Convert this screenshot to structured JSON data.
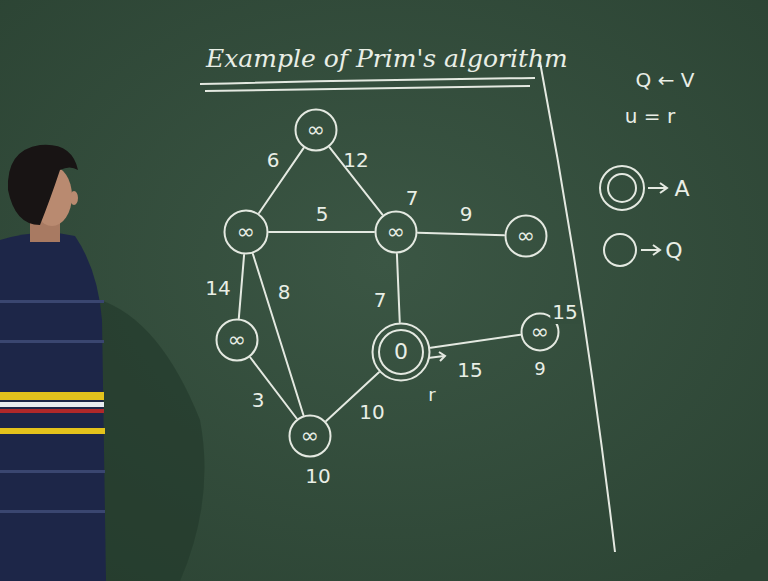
{
  "diagram": {
    "title": "Example of Prim's algorithm",
    "nodes": [
      {
        "text": [
          "∞"
        ]
      },
      {
        "text": [
          "∞"
        ]
      },
      {
        "text": [
          "∞"
        ]
      },
      {
        "text": [
          "∞"
        ]
      },
      {
        "text": [
          "∞"
        ]
      },
      {
        "text": [
          "0"
        ]
      },
      {
        "text": [
          "∞"
        ]
      },
      {
        "text": [
          "∞"
        ]
      }
    ],
    "edges": [
      {
        "from": 0,
        "to": 1,
        "arrow": "none",
        "label": "6"
      },
      {
        "from": 0,
        "to": 2,
        "arrow": "none",
        "label": "12"
      },
      {
        "from": 1,
        "to": 2,
        "arrow": "none",
        "label": "5"
      },
      {
        "from": 2,
        "to": 3,
        "arrow": "none",
        "label": "9"
      },
      {
        "from": 1,
        "to": 4,
        "arrow": "none",
        "label": "14"
      },
      {
        "from": 1,
        "to": 7,
        "arrow": "none",
        "label": "8"
      },
      {
        "from": 4,
        "to": 7,
        "arrow": "none",
        "label": "3"
      },
      {
        "from": 7,
        "to": 5,
        "arrow": "none",
        "label": "10"
      },
      {
        "from": 5,
        "to": 2,
        "arrow": "none",
        "label": "7"
      },
      {
        "from": 5,
        "to": 6,
        "arrow": "none",
        "label": "15"
      }
    ],
    "labels": [
      "Q ← V",
      "u = r",
      "7",
      "15",
      "9",
      "10",
      "r"
    ],
    "legend": [
      {
        "text": "A"
      },
      {
        "text": "Q"
      }
    ]
  }
}
